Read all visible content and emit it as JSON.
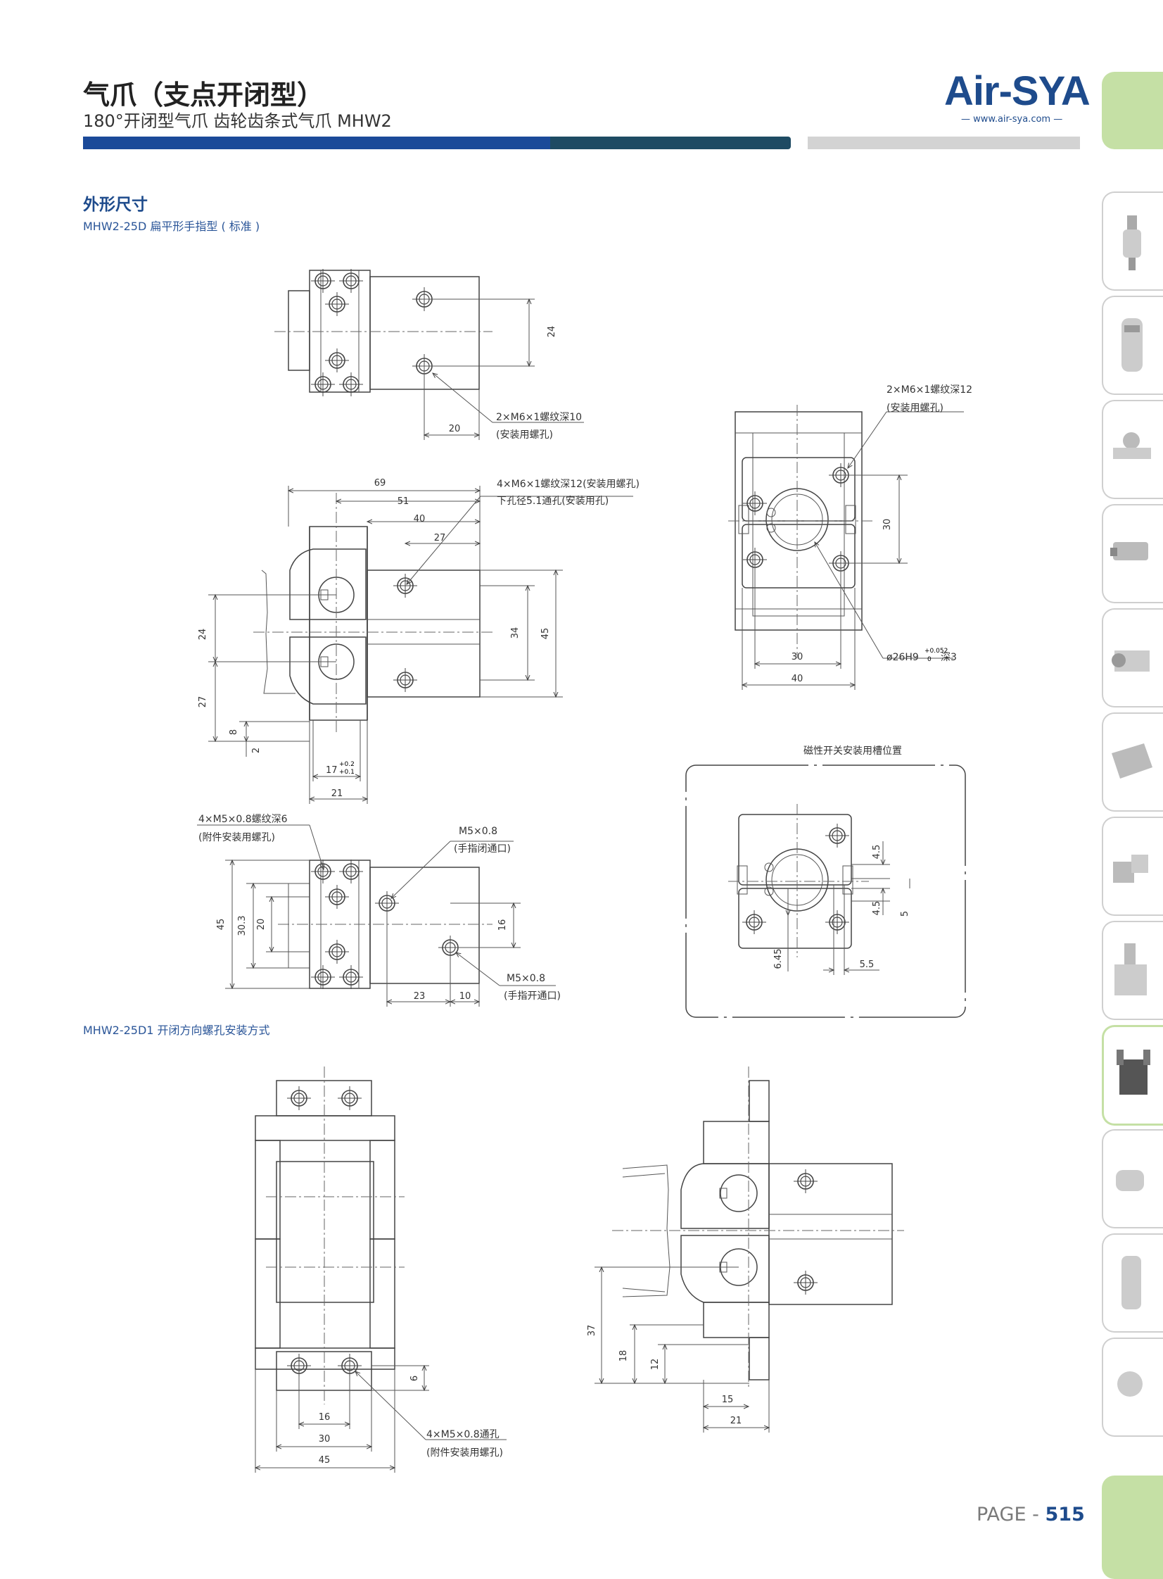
{
  "header": {
    "title": "气爪（支点开闭型）",
    "subtitle": "180°开闭型气爪 齿轮齿条式气爪 MHW2",
    "logo": "Air-SYA",
    "logo_url": "— www.air-sya.com —"
  },
  "section": {
    "title": "外形尺寸",
    "caption_standard": "MHW2-25D 扁平形手指型 ( 标准 )",
    "caption_d1": "MHW2-25D1 开闭方向螺孔安装方式"
  },
  "top_view": {
    "dim_24": "24",
    "dim_20": "20",
    "note_1": "2×M6×1螺纹深10",
    "note_2": "(安装用螺孔)"
  },
  "front_view": {
    "d69": "69",
    "d51": "51",
    "d40": "40",
    "d27": "27",
    "d34": "34",
    "d45": "45",
    "d24": "24",
    "d27b": "27",
    "d8": "8",
    "d2": "2",
    "d17": "17",
    "tol_up": "+0.2",
    "tol_dn": "+0.1",
    "d21": "21",
    "note_1": "4×M6×1螺纹深12(安装用螺孔)",
    "note_2": "下孔径5.1通孔(安装用孔)"
  },
  "side_view": {
    "note_1": "2×M6×1螺纹深12",
    "note_2": "(安装用螺孔)",
    "d30v": "30",
    "d30": "30",
    "d40": "40",
    "bore_note": "ø26H9",
    "bore_tol_up": "+0.052",
    "bore_tol_dn": "0",
    "bore_depth": "深3"
  },
  "bottom_view": {
    "note_a1": "4×M5×0.8螺纹深6",
    "note_a2": "(附件安装用螺孔)",
    "note_b1": "M5×0.8",
    "note_b2": "(手指闭通口)",
    "note_c1": "M5×0.8",
    "note_c2": "(手指开通口)",
    "d45": "45",
    "d30_3": "30.3",
    "d20": "20",
    "d16": "16",
    "d23": "23",
    "d10": "10"
  },
  "switch_view": {
    "title": "磁性开关安装用槽位置",
    "d4_5a": "4.5",
    "d4_5b": "4.5",
    "d5": "5",
    "d6_45": "6.45",
    "d5_5": "5.5"
  },
  "d1_left": {
    "d6": "6",
    "d16": "16",
    "d30": "30",
    "d45": "45",
    "note_1": "4×M5×0.8通孔",
    "note_2": "(附件安装用螺孔)"
  },
  "d1_right": {
    "d37": "37",
    "d18": "18",
    "d12": "12",
    "d15": "15",
    "d21": "21"
  },
  "footer": {
    "page_label": "PAGE - ",
    "page_number": "515"
  },
  "colors": {
    "brand_blue": "#1e4b8c",
    "tab_green": "#c5e0a5",
    "bar_blue": "#1b4a99"
  }
}
